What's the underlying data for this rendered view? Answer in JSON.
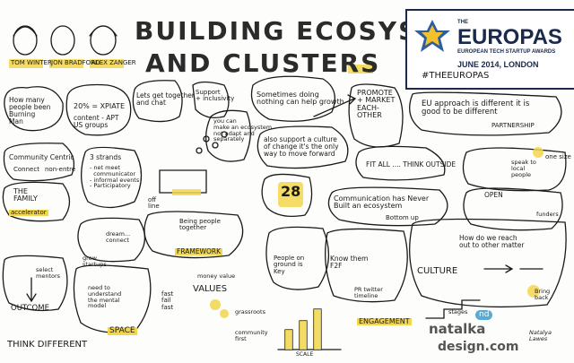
{
  "title": {
    "line1": "BUILDING ECOSYSTEMS",
    "line2": "AND CLUSTERS"
  },
  "speakers": [
    {
      "name": "TOM WINTER"
    },
    {
      "name": "JON BRADFORD"
    },
    {
      "name": "ALEX ZANGER"
    }
  ],
  "logo": {
    "the": "THE",
    "name": "EUROPAS",
    "subtitle": "EUROPEAN TECH STARTUP AWARDS",
    "date": "JUNE 2014, LONDON",
    "hashtag": "#THEEUROPAS"
  },
  "notes": {
    "how_many": "How many\npeople been\nBurning\nMan",
    "xpiate": "20% = XPIATE",
    "content_apt": "content - APT\nUS groups",
    "lets_get": "Lets get together\nand chat",
    "support_incl": "Support\n+ inclusivity",
    "sometimes": "Sometimes doing\nnothing can help growth",
    "promote": "PROMOTE\n+ MARKET\nEACH-\nOTHER",
    "eu_approach": "EU approach is different it is\ngood to be different",
    "partnership": "PARTNERSHIP",
    "community_centric": "Community Centric",
    "connect": "Connect",
    "non_entre": "non-entre",
    "strands": "3 strands",
    "strand_items": "- net meet\n  communicator\n- informal events\n- Participatory",
    "make_ecosystem": "you can\nmake an ecosystem\nnot adapt and\nseparately",
    "also_support": "also support a culture\nof change it's the only\nway to move forward",
    "one_size": "one size",
    "fit_all": "FIT ALL .... THINK OUTSIDE",
    "speak_local": "speak to\nlocal\npeople",
    "the_family": "THE\nFAMILY",
    "accelerator": "accelerator",
    "off_line": "off\nline",
    "being_people": "Being people\ntogether",
    "communication": "Communication has Never\nBuilt an ecosystem",
    "bottom_up": "Bottom up",
    "open": "OPEN",
    "funders": "funders",
    "number_28": "28",
    "people_on_ground": "People on\nground is\nKey",
    "know_them": "Know them\nF2F",
    "pr_twitter": "PR twitter\ntimeline",
    "dream_connect": "dream...\nconnect",
    "grow_startups": "grow\nstartups",
    "framework": "FRAMEWORK",
    "money_values": "money value",
    "values": "VALUES",
    "select_mentors": "select\nmentors",
    "outcome": "OUTCOME",
    "need_understand": "need to\nunderstand\nthe mental\nmodel",
    "fast_fail": "fast\nfail\nfast",
    "grassroots": "grassroots",
    "community_first": "community\nfirst",
    "space": "SPACE",
    "scale": "SCALE",
    "engagement": "ENGAGEMENT",
    "culture": "CULTURE",
    "how_reach": "How do we reach\nout to other matter",
    "stages": "stages",
    "bring_back": "Bring\nback",
    "think_different": "THINK DIFFERENT",
    "brand": "natalka",
    "brand2": "design.com",
    "nd": "nd",
    "signature": "Natalya\nLawes"
  },
  "colors": {
    "highlight": "#f2d64b",
    "ink": "#1a1a1a",
    "logo_navy": "#1b2a4a",
    "nd_blue": "#5aa9d6"
  }
}
